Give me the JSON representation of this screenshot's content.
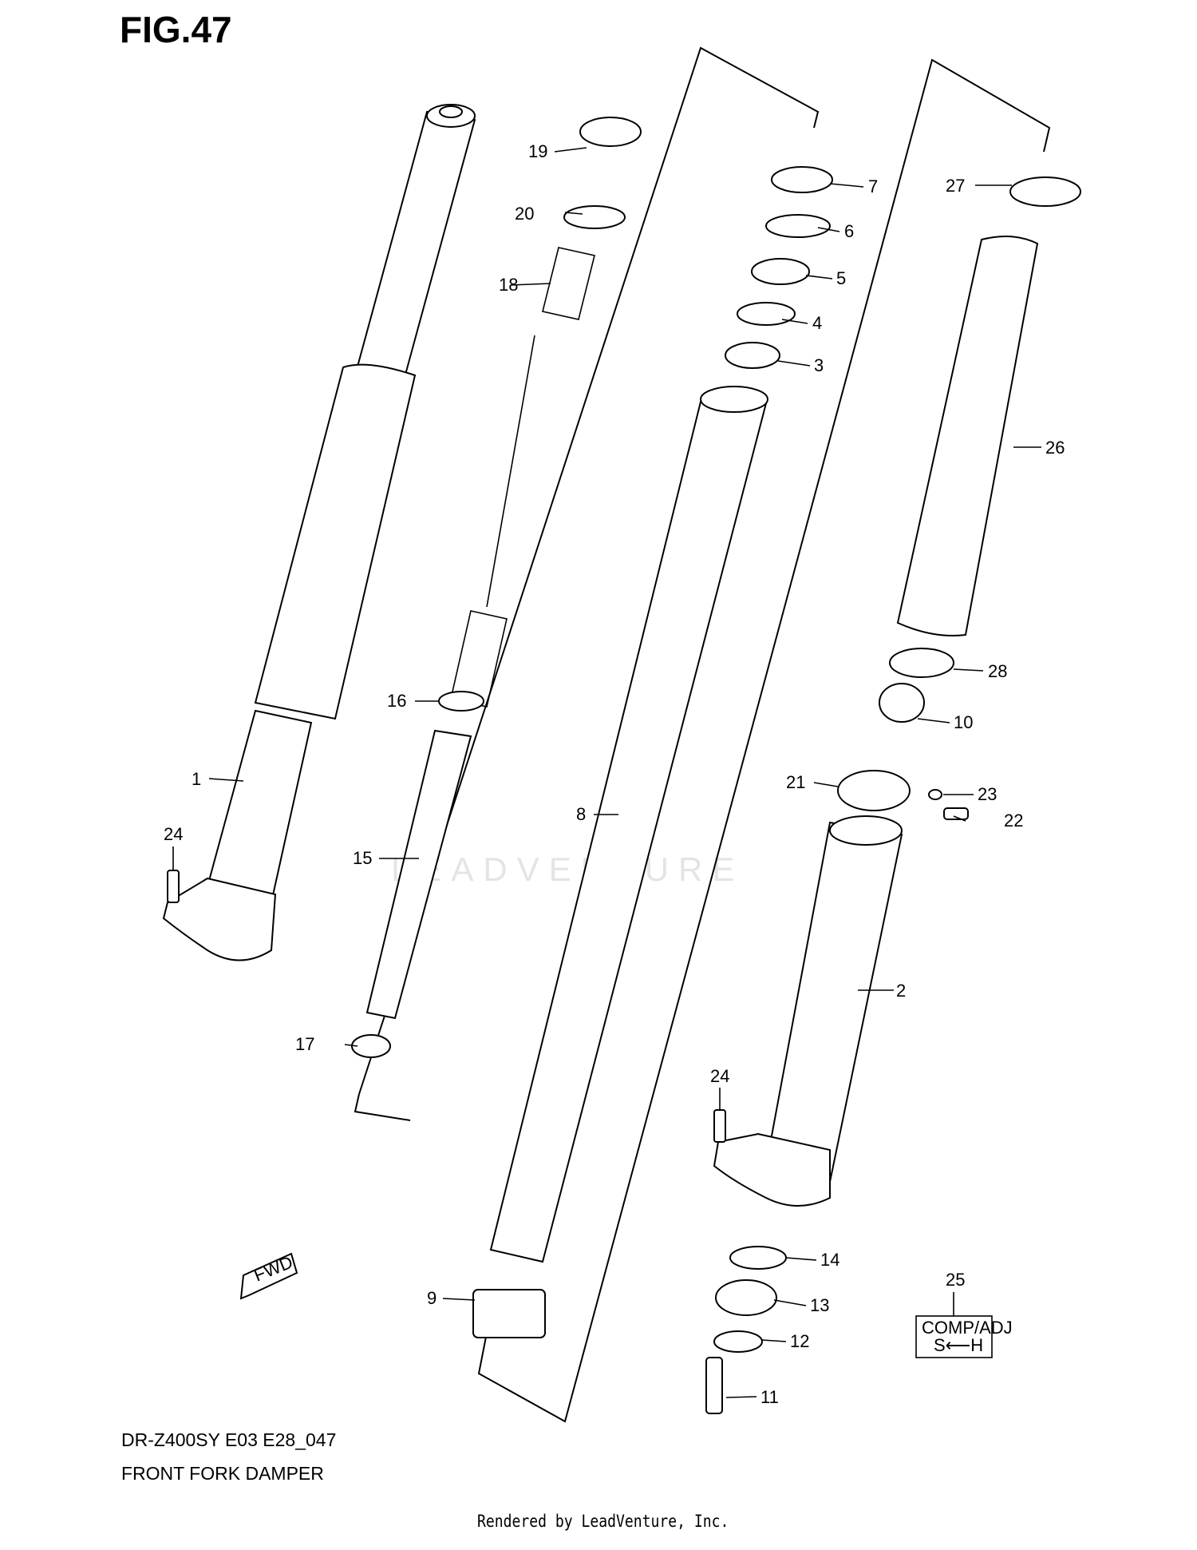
{
  "figure": {
    "title": "FIG.47",
    "model": "DR-Z400SY E03 E28_047",
    "description": "FRONT FORK DAMPER",
    "rendered_by": "Rendered by LeadVenture, Inc.",
    "watermark": "LEADVENTURE"
  },
  "fwd_label": "FWD",
  "adjuster_label": {
    "line1": "COMP/ADJ",
    "line2": "S⟵H"
  },
  "callouts": [
    {
      "id": "1",
      "label": "1"
    },
    {
      "id": "2",
      "label": "2"
    },
    {
      "id": "3",
      "label": "3"
    },
    {
      "id": "4",
      "label": "4"
    },
    {
      "id": "5",
      "label": "5"
    },
    {
      "id": "6",
      "label": "6"
    },
    {
      "id": "7",
      "label": "7"
    },
    {
      "id": "8",
      "label": "8"
    },
    {
      "id": "9",
      "label": "9"
    },
    {
      "id": "10",
      "label": "10"
    },
    {
      "id": "11",
      "label": "11"
    },
    {
      "id": "12",
      "label": "12"
    },
    {
      "id": "13",
      "label": "13"
    },
    {
      "id": "14",
      "label": "14"
    },
    {
      "id": "15",
      "label": "15"
    },
    {
      "id": "16",
      "label": "16"
    },
    {
      "id": "17",
      "label": "17"
    },
    {
      "id": "18",
      "label": "18"
    },
    {
      "id": "19",
      "label": "19"
    },
    {
      "id": "20",
      "label": "20"
    },
    {
      "id": "21",
      "label": "21"
    },
    {
      "id": "22",
      "label": "22"
    },
    {
      "id": "23",
      "label": "23"
    },
    {
      "id": "24a",
      "label": "24"
    },
    {
      "id": "24b",
      "label": "24"
    },
    {
      "id": "25",
      "label": "25"
    },
    {
      "id": "26",
      "label": "26"
    },
    {
      "id": "27",
      "label": "27"
    },
    {
      "id": "28",
      "label": "28"
    }
  ]
}
